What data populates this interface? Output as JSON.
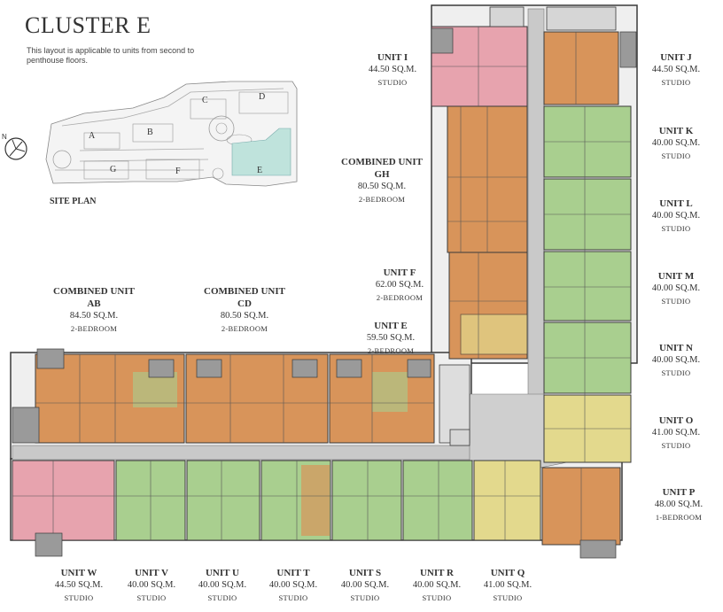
{
  "title": "CLUSTER E",
  "note": "This layout is applicable to units from second to penthouse floors.",
  "site_plan": {
    "label": "SITE PLAN",
    "blocks": [
      "A",
      "B",
      "C",
      "D",
      "E",
      "F",
      "G"
    ],
    "north": "N"
  },
  "colors": {
    "pink": "#e7a3ae",
    "green": "#a9cf8f",
    "orange": "#d8945a",
    "yellow": "#e3d98d",
    "corridor": "#c9c9c9",
    "wall": "#3a3a3a"
  },
  "units": {
    "i": {
      "name": "UNIT I",
      "area": "44.50 SQ.M.",
      "type": "STUDIO"
    },
    "j": {
      "name": "UNIT J",
      "area": "44.50 SQ.M.",
      "type": "STUDIO"
    },
    "k": {
      "name": "UNIT K",
      "area": "40.00 SQ.M.",
      "type": "STUDIO"
    },
    "gh": {
      "name": "COMBINED UNIT GH",
      "area": "80.50 SQ.M.",
      "type": "2-BEDROOM"
    },
    "l": {
      "name": "UNIT L",
      "area": "40.00 SQ.M.",
      "type": "STUDIO"
    },
    "f": {
      "name": "UNIT F",
      "area": "62.00 SQ.M.",
      "type": "2-BEDROOM"
    },
    "m": {
      "name": "UNIT M",
      "area": "40.00 SQ.M.",
      "type": "STUDIO"
    },
    "ab": {
      "name": "COMBINED UNIT AB",
      "area": "84.50 SQ.M.",
      "type": "2-BEDROOM"
    },
    "cd": {
      "name": "COMBINED UNIT CD",
      "area": "80.50 SQ.M.",
      "type": "2-BEDROOM"
    },
    "e": {
      "name": "UNIT E",
      "area": "59.50 SQ.M.",
      "type": "2-BEDROOM"
    },
    "n": {
      "name": "UNIT N",
      "area": "40.00 SQ.M.",
      "type": "STUDIO"
    },
    "o": {
      "name": "UNIT O",
      "area": "41.00 SQ.M.",
      "type": "STUDIO"
    },
    "p": {
      "name": "UNIT P",
      "area": "48.00 SQ.M.",
      "type": "1-BEDROOM"
    },
    "w": {
      "name": "UNIT W",
      "area": "44.50 SQ.M.",
      "type": "STUDIO"
    },
    "v": {
      "name": "UNIT V",
      "area": "40.00 SQ.M.",
      "type": "STUDIO"
    },
    "u": {
      "name": "UNIT U",
      "area": "40.00 SQ.M.",
      "type": "STUDIO"
    },
    "t": {
      "name": "UNIT T",
      "area": "40.00 SQ.M.",
      "type": "STUDIO"
    },
    "s": {
      "name": "UNIT S",
      "area": "40.00 SQ.M.",
      "type": "STUDIO"
    },
    "r": {
      "name": "UNIT R",
      "area": "40.00 SQ.M.",
      "type": "STUDIO"
    },
    "q": {
      "name": "UNIT Q",
      "area": "41.00 SQ.M.",
      "type": "STUDIO"
    }
  }
}
